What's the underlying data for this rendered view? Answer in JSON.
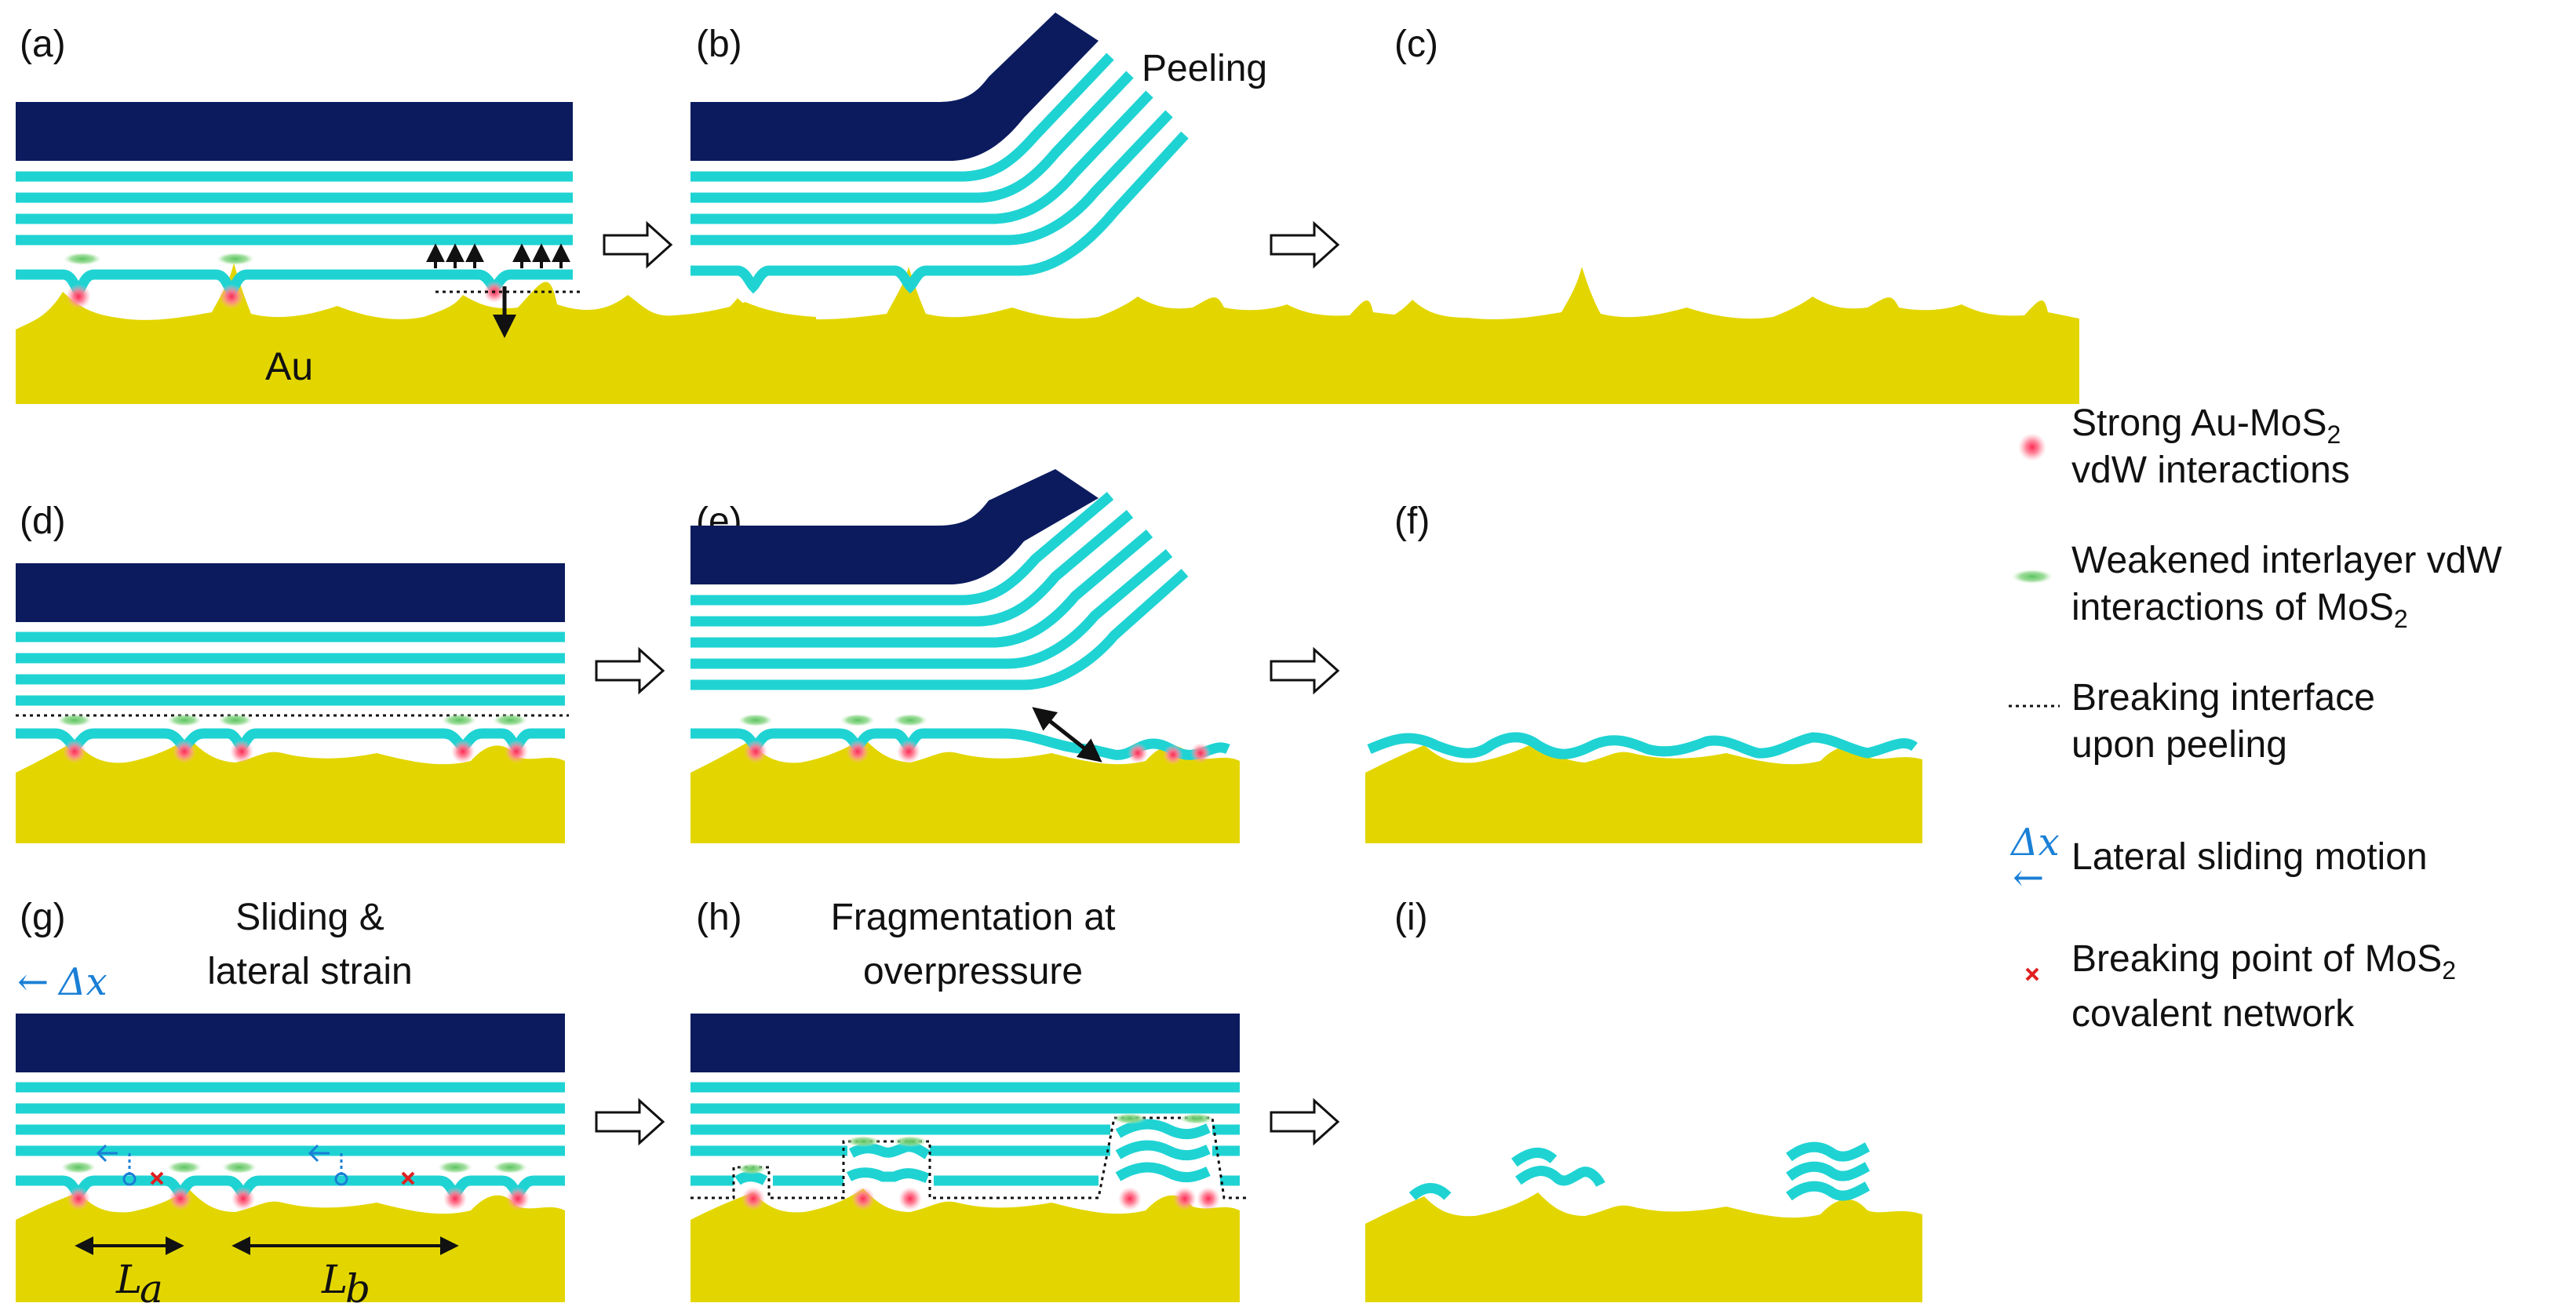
{
  "colors": {
    "substrate": "#0b1b5e",
    "mos2": "#1fd3d3",
    "gold": "#e3d600",
    "strong_point": "#ff5a78",
    "weakened": "#7fd07a",
    "sliding": "#1a7fd6",
    "break_x": "#e02020"
  },
  "panels": [
    {
      "label": "(a)"
    },
    {
      "label": "(b)"
    },
    {
      "label": "(c)"
    },
    {
      "label": "(d)"
    },
    {
      "label": "(e)"
    },
    {
      "label": "(f)"
    },
    {
      "label": "(g)"
    },
    {
      "label": "(h)"
    },
    {
      "label": "(i)"
    }
  ],
  "annotations": {
    "au": "Au",
    "peeling": "Peeling",
    "g_title_1": "Sliding &",
    "g_title_2": "lateral strain",
    "h_title_1": "Fragmentation at",
    "h_title_2": "overpressure",
    "delta_x": "Δx",
    "arrow_left": "←",
    "La": "L",
    "La_sub": "a",
    "Lb": "L",
    "Lb_sub": "b"
  },
  "legend": [
    {
      "icon": "strong-interaction-icon",
      "line1": "Strong Au-MoS",
      "line1_sub": "2",
      "line2": "vdW interactions"
    },
    {
      "icon": "weakened-interaction-icon",
      "line1": "Weakened interlayer vdW",
      "line2": "interactions of MoS",
      "line2_sub": "2"
    },
    {
      "icon": "breaking-interface-icon",
      "line1": "Breaking interface",
      "line2": "upon peeling"
    },
    {
      "icon": "sliding-motion-icon",
      "line1": "Lateral sliding motion",
      "icon_text": "Δx",
      "icon_arrow": "←"
    },
    {
      "icon": "breaking-point-icon",
      "line1": "Breaking point of MoS",
      "line1_sub": "2",
      "line2": "covalent network"
    }
  ]
}
